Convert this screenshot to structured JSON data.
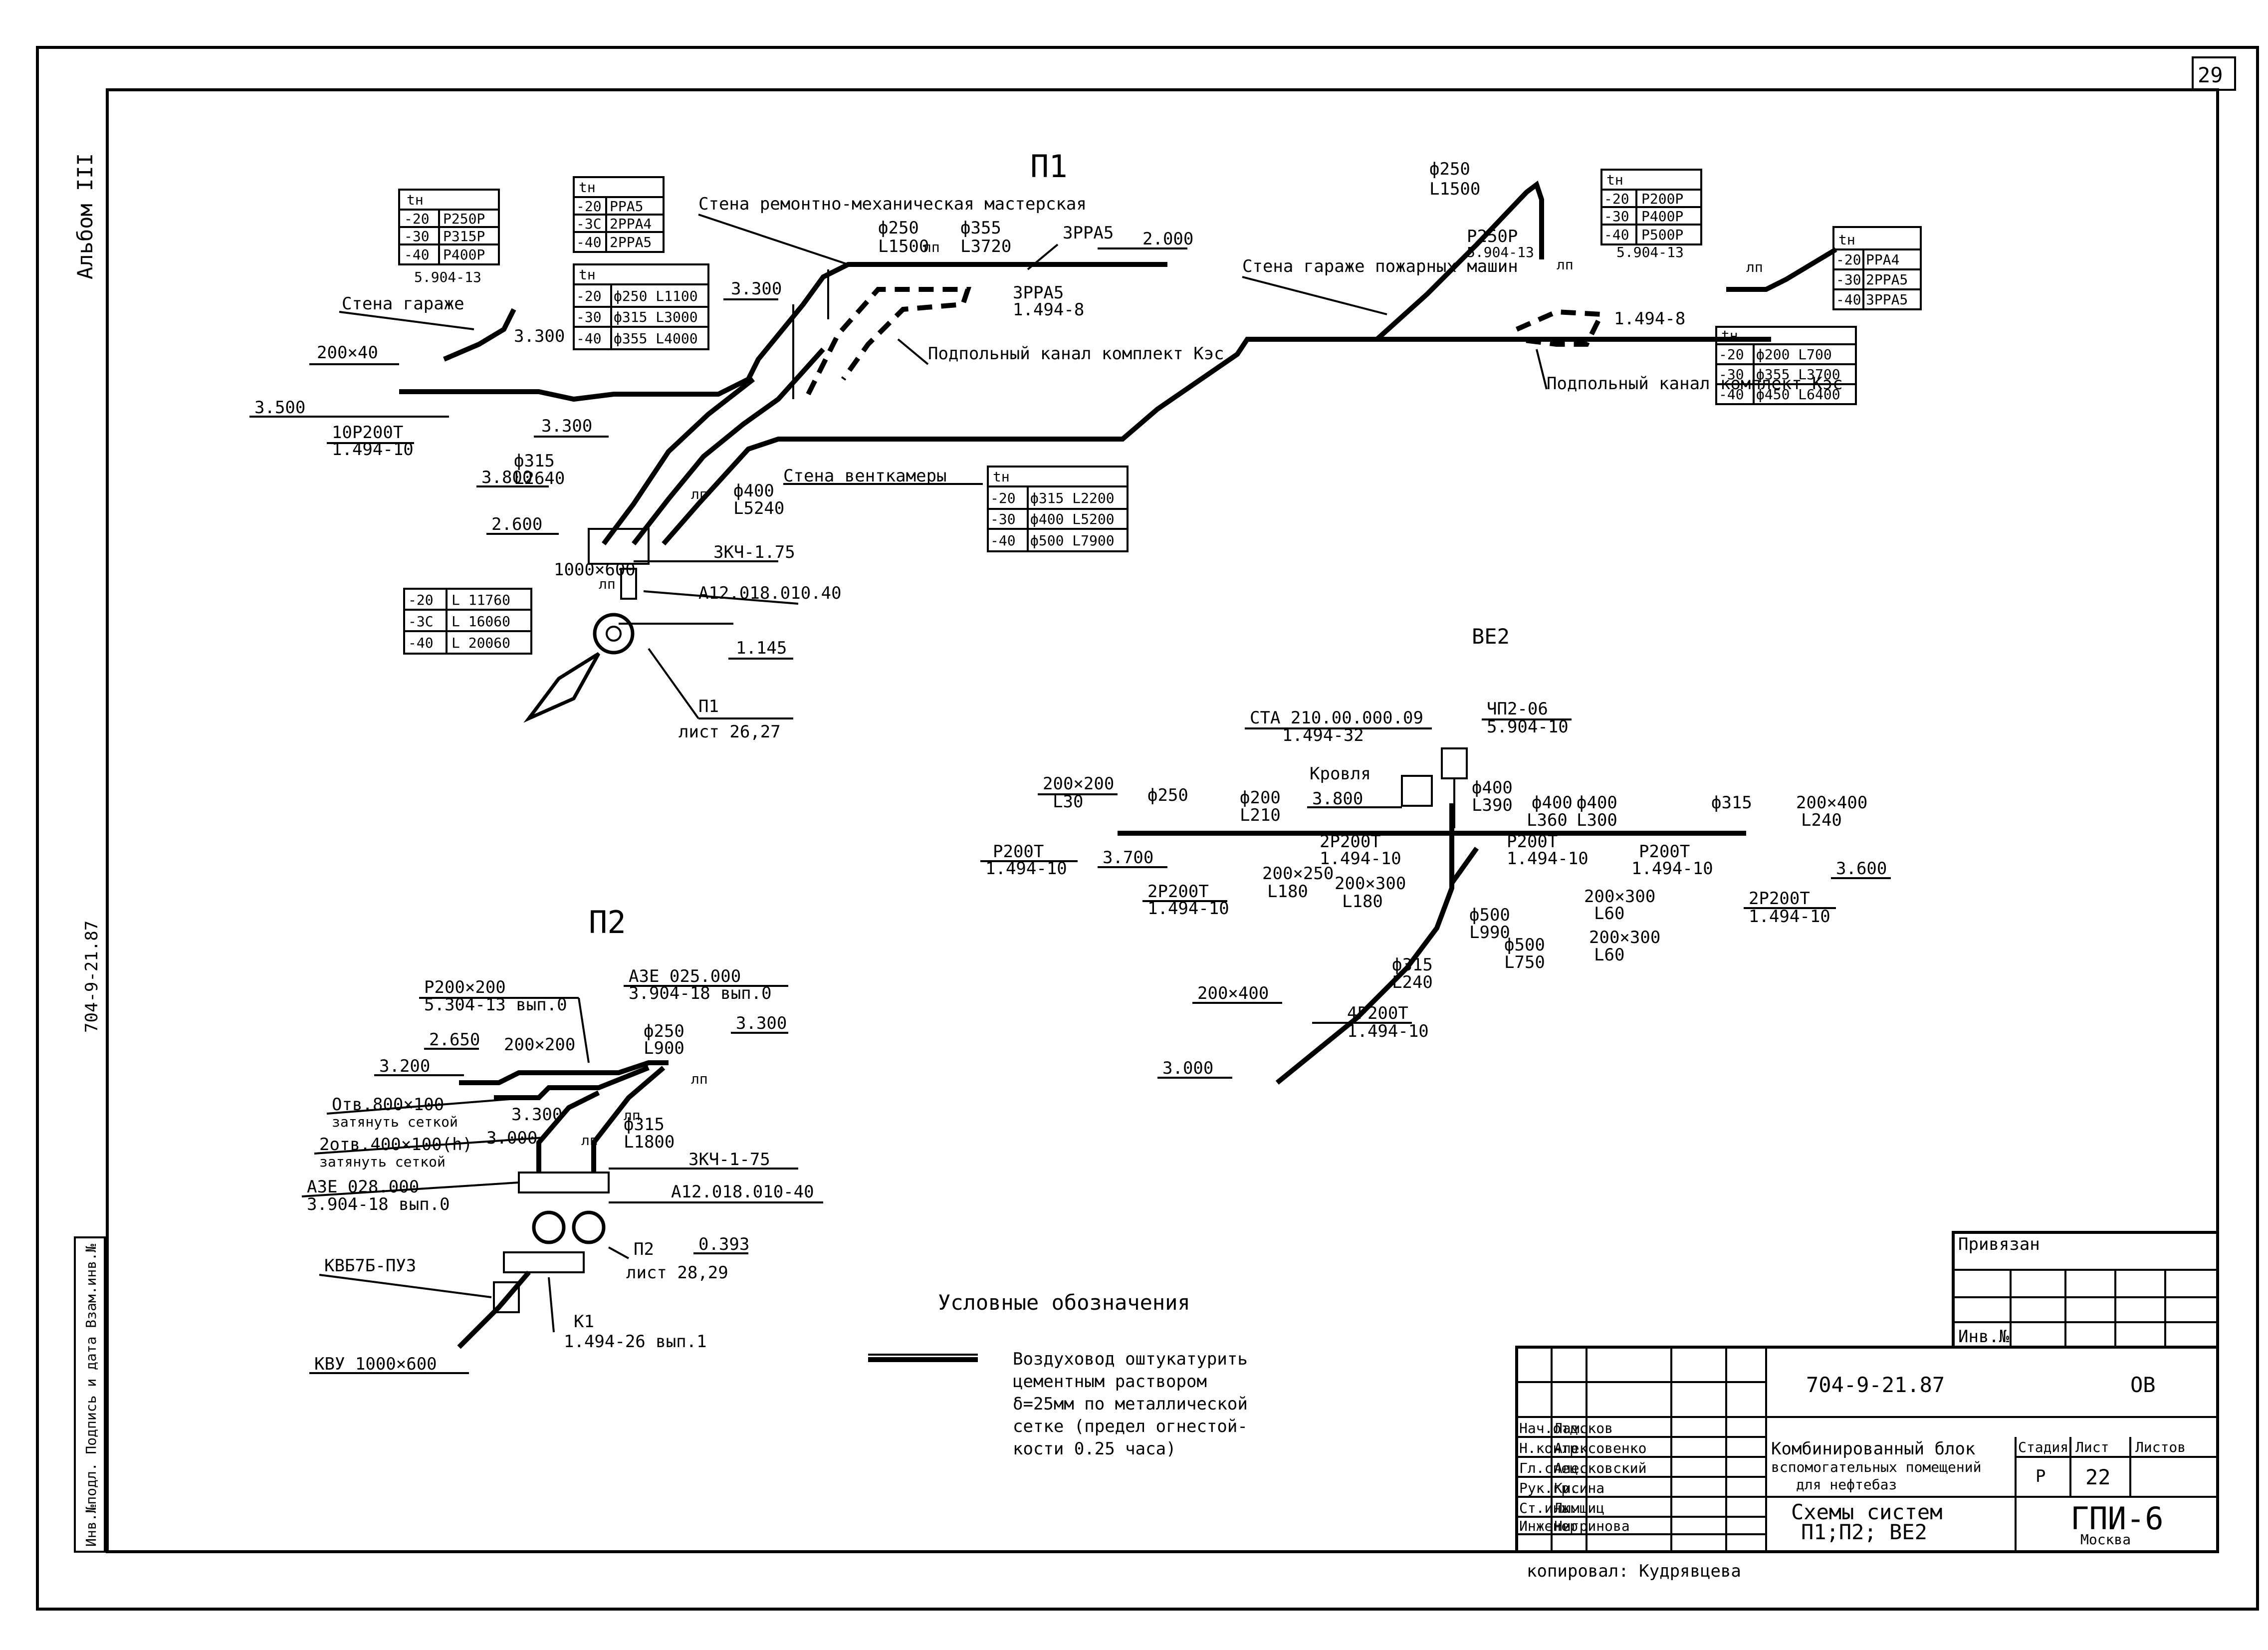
{
  "sheet": {
    "page_number": "29",
    "album": "Альбом III",
    "side_code": "704-9-21.87",
    "side_stamp": "Инв.№подл. Подпись и дата Взам.инв.№"
  },
  "p1": {
    "title": "П1",
    "table_left": {
      "header": "tн",
      "rows": [
        [
          "-20",
          "Р250Р"
        ],
        [
          "-30",
          "Р315Р"
        ],
        [
          "-40",
          "Р400Р"
        ]
      ],
      "code": "5.904-13"
    },
    "table_mid": {
      "header": "tн",
      "rows": [
        [
          "-20",
          "РРА5"
        ],
        [
          "-3C",
          "2РРА4"
        ],
        [
          "-40",
          "2РРА5"
        ]
      ]
    },
    "table_sizes": {
      "header": "tн",
      "rows": [
        [
          "-20",
          "ф250 L1100"
        ],
        [
          "-30",
          "ф315 L3000"
        ],
        [
          "-40",
          "ф355 L4000"
        ]
      ]
    },
    "table_fan": {
      "rows": [
        [
          "-20",
          "L 11760"
        ],
        [
          "-3C",
          "L 16060"
        ],
        [
          "-40",
          "L 20060"
        ]
      ]
    },
    "table_vent": {
      "header": "tн",
      "rows": [
        [
          "-20",
          "ф315 L2200"
        ],
        [
          "-30",
          "ф400 L5200"
        ],
        [
          "-40",
          "ф500 L7900"
        ]
      ]
    },
    "table_r": {
      "header": "tн",
      "rows": [
        [
          "-20",
          "Р200Р"
        ],
        [
          "-30",
          "Р400Р"
        ],
        [
          "-40",
          "Р500Р"
        ]
      ],
      "code": "5.904-13"
    },
    "table_rr": {
      "header": "tн",
      "rows": [
        [
          "-20",
          "РРА4"
        ],
        [
          "-30",
          "2РРА5"
        ],
        [
          "-40",
          "3РРА5"
        ]
      ]
    },
    "table_rs": {
      "header": "tн",
      "rows": [
        [
          "-20",
          "ф200 L700"
        ],
        [
          "-30",
          "ф355 L3700"
        ],
        [
          "-40",
          "ф450 L6400"
        ]
      ]
    },
    "labels": {
      "wall_garage": "Стена гараже",
      "wall_repair": "Стена ремонтно-механическая мастерская",
      "wall_fire": "Стена гараже пожарных машин",
      "wall_vent": "Стена венткамеры",
      "channel1": "Подпольный канал комплект Кэс",
      "channel2": "Подпольный канал комплект Кэс",
      "d250": "ф250",
      "l1500": "L1500",
      "lp": "лп",
      "d355": "ф355",
      "l3720": "L3720",
      "rr3a": "3РРА5",
      "rr3a2": "3РРА5",
      "code1494_8": "1.494-8",
      "code1494_8b": "1.494-8",
      "lvl2000": "2.000",
      "lvl3300a": "3.300",
      "lvl3300b": "3.300",
      "lvl3300c": "3.300",
      "lvl3500": "3.500",
      "lvl3800": "3.800",
      "lvl2600": "2.600",
      "lvl1145": "1.145",
      "size200x40": "200×40",
      "r200t": "10Р200Т",
      "code1494_10": "1.494-10",
      "d315": "ф315",
      "l2640": "L2640",
      "d400": "ф400",
      "l5240": "L5240",
      "size1000": "1000×600",
      "zk": "3КЧ-1.75",
      "a12": "А12.018.010.40",
      "p1": "П1",
      "sheet1": "лист 26,27",
      "d250r": "ф250",
      "l1500r": "L1500",
      "p250p": "Р250Р",
      "code5904": "5.904-13",
      "lp2": "лп",
      "lp3": "лп"
    }
  },
  "ve2": {
    "title": "ВЕ2",
    "labels": {
      "cta": "СТА 210.00.000.09",
      "cta_code": "1.494-32",
      "chp": "ЧП2-06",
      "chp_code": "5.904-10",
      "roof": "Кровля",
      "lvl3800": "3.800",
      "s200x200": "200×200",
      "l30": "L30",
      "d250": "ф250",
      "d200": "ф200",
      "l210": "L210",
      "r200t1": "Р200Т",
      "r1494": "1.494-10",
      "lvl3700": "3.700",
      "r2": "2Р200Т",
      "r2code": "1.494-10",
      "s200x250": "200×250",
      "l180": "L180",
      "r2b": "2Р200Т",
      "r2bcode": "1.494-10",
      "s200x300": "200×300",
      "l180b": "L180",
      "d400": "ф400",
      "l390": "L390",
      "d400b": "ф400",
      "l360": "L360",
      "d400c": "ф400",
      "l300": "L300",
      "d315": "ф315",
      "s200x400": "200×400",
      "l240": "L240",
      "r200t2": "Р200Т",
      "code2": "1.494-10",
      "r200t3": "Р200Т",
      "code3": "1.494-10",
      "s200x300b": "200×300",
      "l60": "L60",
      "r2c": "2Р200Т",
      "r2ccode": "1.494-10",
      "lvl3600": "3.600",
      "d500a": "ф500",
      "l990": "L990",
      "d500b": "ф500",
      "l750": "L750",
      "s200x300c": "200×300",
      "l60b": "L60",
      "d315b": "ф315",
      "l240b": "L240",
      "s200x400b": "200×400",
      "r4": "4Р200Т",
      "r4code": "1.494-10",
      "lvl3000": "3.000"
    }
  },
  "p2": {
    "title": "П2",
    "labels": {
      "r200": "Р200×200",
      "r200code": "5.304-13 вып.0",
      "aze": "АЗЕ 025.000",
      "azecode": "3.904-18 вып.0",
      "lvl2650": "2.650",
      "s200": "200×200",
      "d250": "ф250",
      "l900": "L900",
      "lvl3300": "3.300",
      "lvl3200": "3.200",
      "lp": "лп",
      "otv1": "Отв.800×100",
      "net1": "затянуть сеткой",
      "lvl3300b": "3.300",
      "lp2": "лп",
      "otv2": "2отв.400×100(h)",
      "net2": "затянуть сеткой",
      "lvl3000": "3.000",
      "lp3": "лп",
      "d3": "ф315",
      "l1800": "L1800",
      "zk": "3КЧ-1-75",
      "aze2": "АЗЕ 028.000",
      "aze2code": "3.904-18 вып.0",
      "a12": "А12.018.010-40",
      "p2": "П2",
      "sheet2": "лист 28,29",
      "lvl0393": "0.393",
      "kvb": "КВБ7Б-ПУЗ",
      "kvu": "КВУ 1000×600",
      "k1": "К1",
      "k1code": "1.494-26 вып.1"
    }
  },
  "legend": {
    "title": "Условные обозначения",
    "text": [
      "Воздуховод оштукатурить",
      "цементным раствором",
      "δ=25мм по металлической",
      "сетке (предел огнестой-",
      "кости 0.25 часа)"
    ]
  },
  "title_block": {
    "bound": "Привязан",
    "inv": "Инв.№",
    "doc_code": "704-9-21.87",
    "section": "ОВ",
    "roles": [
      "Нач.отд.",
      "Н.контр.",
      "Гл.спец.",
      "Рук.гр.",
      "Ст.инж.",
      "Инженер"
    ],
    "names": [
      "Ламсков",
      "Алексовенко",
      "Алесковский",
      "Кисина",
      "Лымшиц",
      "Нигринова"
    ],
    "project": [
      "Комбинированный блок",
      "вспомогательных помещений",
      "для нефтебаз"
    ],
    "sheet_title": [
      "Схемы систем",
      "П1;П2; ВЕ2"
    ],
    "stage_label": "Стадия",
    "sheet_label": "Лист",
    "sheets_label": "Листов",
    "stage": "Р",
    "sheet": "22",
    "org": "ГПИ-6",
    "city": "Москва",
    "copied": "копировал: Кудрявцева"
  }
}
